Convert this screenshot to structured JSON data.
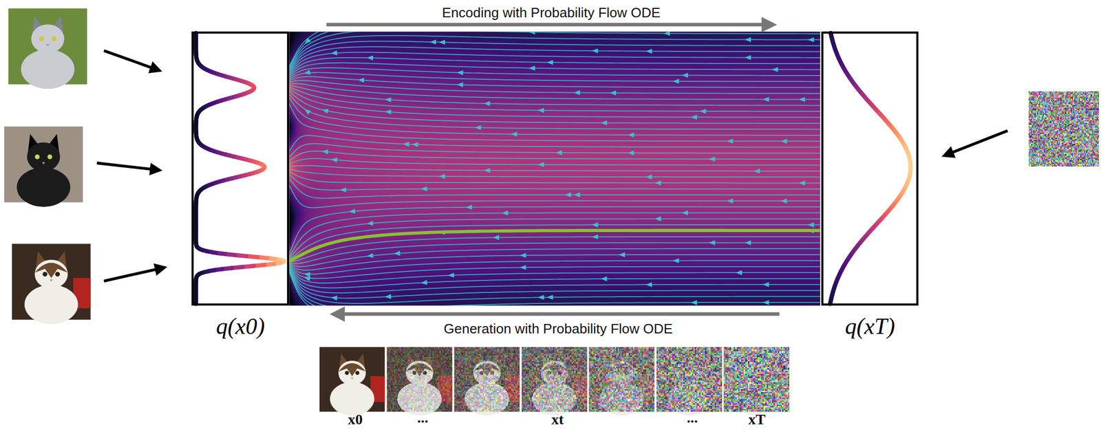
{
  "diagram": {
    "nodes": [
      {
        "text": [
          "q(x0)"
        ]
      },
      {
        "text": [
          "q(xT)"
        ]
      }
    ],
    "labels": [
      "Encoding with Probability Flow ODE",
      "Generation with Probability Flow ODE",
      "x0",
      "...",
      "xt",
      "...",
      "xT"
    ]
  }
}
